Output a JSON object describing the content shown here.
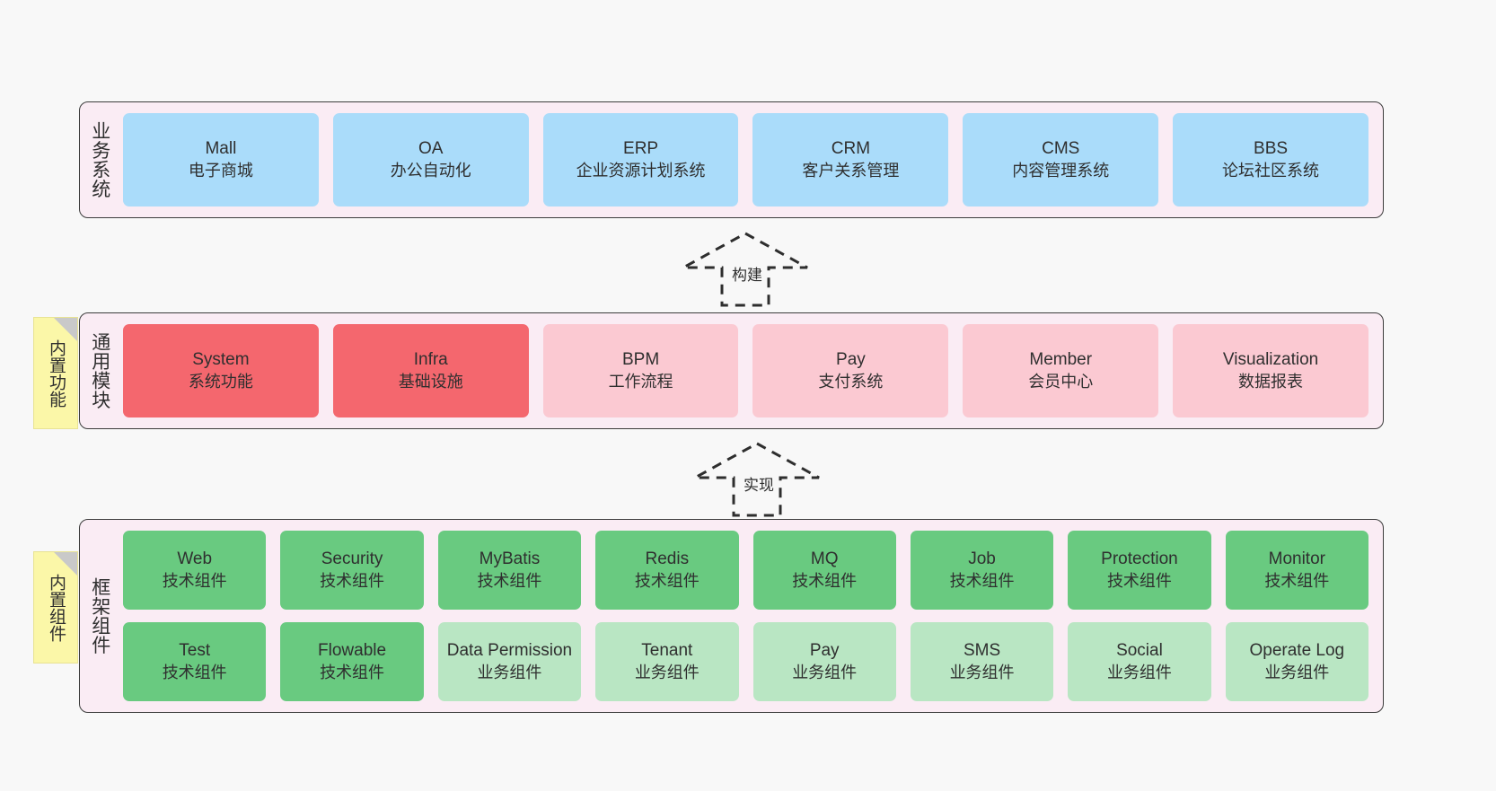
{
  "canvas": {
    "background": "#f8f8f8",
    "panel_fill": "#faecf4",
    "panel_border": "#3c3c3c",
    "note_fill": "#fbf7a8",
    "note_fold": "#c9c9c9"
  },
  "layers": [
    {
      "id": "business-system",
      "title": "业务系统",
      "note": null,
      "rows": [
        {
          "cards": [
            {
              "name": "mall",
              "title": "Mall",
              "subtitle": "电子商城",
              "color": "#aadcfa",
              "style": "c-blue"
            },
            {
              "name": "oa",
              "title": "OA",
              "subtitle": "办公自动化",
              "color": "#aadcfa",
              "style": "c-blue"
            },
            {
              "name": "erp",
              "title": "ERP",
              "subtitle": "企业资源计划系统",
              "color": "#aadcfa",
              "style": "c-blue"
            },
            {
              "name": "crm",
              "title": "CRM",
              "subtitle": "客户关系管理",
              "color": "#aadcfa",
              "style": "c-blue"
            },
            {
              "name": "cms",
              "title": "CMS",
              "subtitle": "内容管理系统",
              "color": "#aadcfa",
              "style": "c-blue"
            },
            {
              "name": "bbs",
              "title": "BBS",
              "subtitle": "论坛社区系统",
              "color": "#aadcfa",
              "style": "c-blue"
            }
          ]
        }
      ]
    },
    {
      "id": "common-module",
      "title": "通用模块",
      "note": "内置功能",
      "rows": [
        {
          "cards": [
            {
              "name": "system",
              "title": "System",
              "subtitle": "系统功能",
              "color": "#f4676e",
              "style": "c-red"
            },
            {
              "name": "infra",
              "title": "Infra",
              "subtitle": "基础设施",
              "color": "#f4676e",
              "style": "c-red"
            },
            {
              "name": "bpm",
              "title": "BPM",
              "subtitle": "工作流程",
              "color": "#fbc9d2",
              "style": "c-pink"
            },
            {
              "name": "pay",
              "title": "Pay",
              "subtitle": "支付系统",
              "color": "#fbc9d2",
              "style": "c-pink"
            },
            {
              "name": "member",
              "title": "Member",
              "subtitle": "会员中心",
              "color": "#fbc9d2",
              "style": "c-pink"
            },
            {
              "name": "visualization",
              "title": "Visualization",
              "subtitle": "数据报表",
              "color": "#fbc9d2",
              "style": "c-pink"
            }
          ]
        }
      ]
    },
    {
      "id": "framework-component",
      "title": "框架组件",
      "note": "内置组件",
      "rows": [
        {
          "cards": [
            {
              "name": "web",
              "title": "Web",
              "subtitle": "技术组件",
              "color": "#69ca80",
              "style": "c-green"
            },
            {
              "name": "security",
              "title": "Security",
              "subtitle": "技术组件",
              "color": "#69ca80",
              "style": "c-green"
            },
            {
              "name": "mybatis",
              "title": "MyBatis",
              "subtitle": "技术组件",
              "color": "#69ca80",
              "style": "c-green"
            },
            {
              "name": "redis",
              "title": "Redis",
              "subtitle": "技术组件",
              "color": "#69ca80",
              "style": "c-green"
            },
            {
              "name": "mq",
              "title": "MQ",
              "subtitle": "技术组件",
              "color": "#69ca80",
              "style": "c-green"
            },
            {
              "name": "job",
              "title": "Job",
              "subtitle": "技术组件",
              "color": "#69ca80",
              "style": "c-green"
            },
            {
              "name": "protection",
              "title": "Protection",
              "subtitle": "技术组件",
              "color": "#69ca80",
              "style": "c-green"
            },
            {
              "name": "monitor",
              "title": "Monitor",
              "subtitle": "技术组件",
              "color": "#69ca80",
              "style": "c-green"
            }
          ]
        },
        {
          "cards": [
            {
              "name": "test",
              "title": "Test",
              "subtitle": "技术组件",
              "color": "#69ca80",
              "style": "c-green"
            },
            {
              "name": "flowable",
              "title": "Flowable",
              "subtitle": "技术组件",
              "color": "#69ca80",
              "style": "c-green"
            },
            {
              "name": "data-permission",
              "title": "Data Permission",
              "subtitle": "业务组件",
              "color": "#b9e6c3",
              "style": "c-greenlite"
            },
            {
              "name": "tenant",
              "title": "Tenant",
              "subtitle": "业务组件",
              "color": "#b9e6c3",
              "style": "c-greenlite"
            },
            {
              "name": "pay",
              "title": "Pay",
              "subtitle": "业务组件",
              "color": "#b9e6c3",
              "style": "c-greenlite"
            },
            {
              "name": "sms",
              "title": "SMS",
              "subtitle": "业务组件",
              "color": "#b9e6c3",
              "style": "c-greenlite"
            },
            {
              "name": "social",
              "title": "Social",
              "subtitle": "业务组件",
              "color": "#b9e6c3",
              "style": "c-greenlite"
            },
            {
              "name": "operate-log",
              "title": "Operate Log",
              "subtitle": "业务组件",
              "color": "#b9e6c3",
              "style": "c-greenlite"
            }
          ]
        }
      ]
    }
  ],
  "connectors": [
    {
      "id": "build",
      "label": "构建",
      "from": "common-module",
      "to": "business-system"
    },
    {
      "id": "implement",
      "label": "实现",
      "from": "framework-component",
      "to": "common-module"
    }
  ]
}
